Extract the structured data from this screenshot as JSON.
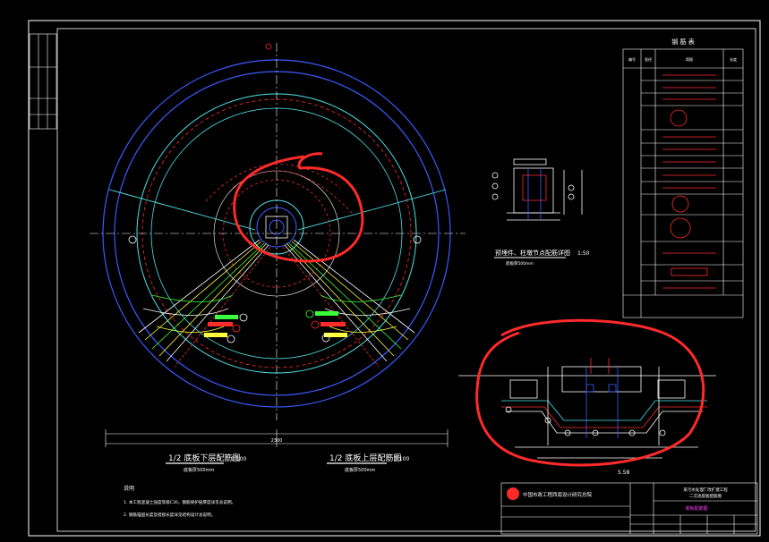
{
  "drawing": {
    "plan_left_title": "1/2 底板下层配筋图",
    "plan_left_scale": "1:100",
    "plan_left_sub": "底板厚500mm",
    "plan_right_title": "1/2 底板上层配筋图",
    "plan_right_scale": "1:100",
    "plan_right_sub": "底板厚500mm",
    "overall_dim": "2300",
    "detail_title": "预埋件、柱墩节点配筋详图",
    "detail_scale": "1:50",
    "detail_sub": "底板厚500mm",
    "section_dim": "5.58",
    "rebar_table_title": "钢 筋 表",
    "rebar_table_headers": [
      "编号",
      "直径",
      "简图",
      "长度"
    ],
    "notes_title": "说明",
    "notes": [
      "1. 本工程混凝土强度等级C30，钢筋保护层厚度详见总说明。",
      "2. 钢筋锚固长度及搭接长度详见结构设计总说明。"
    ]
  },
  "titleblock": {
    "company": "中国市政工程西南设计研究总院",
    "project_line1": "某污水处理厂改扩建工程",
    "project_line2": "二沉池底板配筋图",
    "drawing_name": "底板配筋图"
  },
  "colors": {
    "outer_ring": "#3a5bff",
    "cyan": "#4fe3e8",
    "red": "#ff2a2a",
    "yellow": "#ffff3c",
    "green": "#3cff3c",
    "white": "#ffffff",
    "magenta": "#ff3cff"
  }
}
